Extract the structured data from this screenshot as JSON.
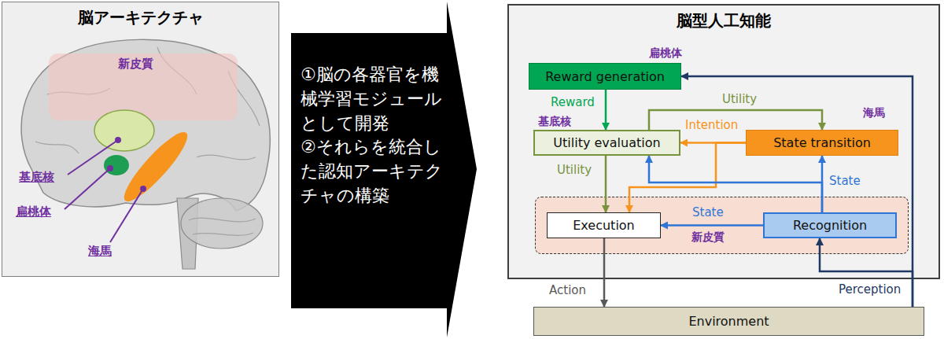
{
  "diagram": {
    "nodes": [
      {
        "text": [
          "脳アーキテクチャ"
        ]
      },
      {
        "text": [
          "①脳の各器官を機械学習モジュールとして開発",
          "②それらを統合した認知アーキテクチャの構築"
        ]
      },
      {
        "text": [
          "脳型人工知能"
        ]
      },
      {
        "text": [
          "扁桃体",
          "Reward generation"
        ],
        "in": 2
      },
      {
        "text": [
          "基底核",
          "Utility evaluation"
        ],
        "in": 2
      },
      {
        "text": [
          "海馬",
          "State transition"
        ],
        "in": 2
      },
      {
        "text": [
          "新皮質"
        ],
        "in": 2
      },
      {
        "text": [
          "Execution"
        ],
        "in": 6
      },
      {
        "text": [
          "Recognition"
        ],
        "in": 6
      },
      {
        "text": [
          "Environment"
        ]
      }
    ],
    "edges": [
      {
        "from": 3,
        "to": 4,
        "label": "Reward",
        "arrow": "to"
      },
      {
        "from": 4,
        "to": 5,
        "label": "Utility",
        "arrow": "to"
      },
      {
        "from": 5,
        "to": 4,
        "label": "Intention",
        "arrow": "to"
      },
      {
        "from": 5,
        "to": 7,
        "arrow": "to"
      },
      {
        "from": 4,
        "to": 7,
        "label": "Utility",
        "arrow": "to"
      },
      {
        "from": 8,
        "to": 7,
        "label": "State",
        "arrow": "to"
      },
      {
        "from": 8,
        "to": 5,
        "label": "State",
        "arrow": "to"
      },
      {
        "from": 8,
        "to": 4,
        "arrow": "to"
      },
      {
        "from": 7,
        "to": 9,
        "label": "Action",
        "arrow": "to"
      },
      {
        "from": 9,
        "to": 8,
        "label": "Perception",
        "arrow": "to"
      },
      {
        "from": 9,
        "to": 3,
        "arrow": "to"
      }
    ],
    "labels": [
      "新皮質",
      "基底核",
      "扁桃体",
      "海馬"
    ]
  }
}
